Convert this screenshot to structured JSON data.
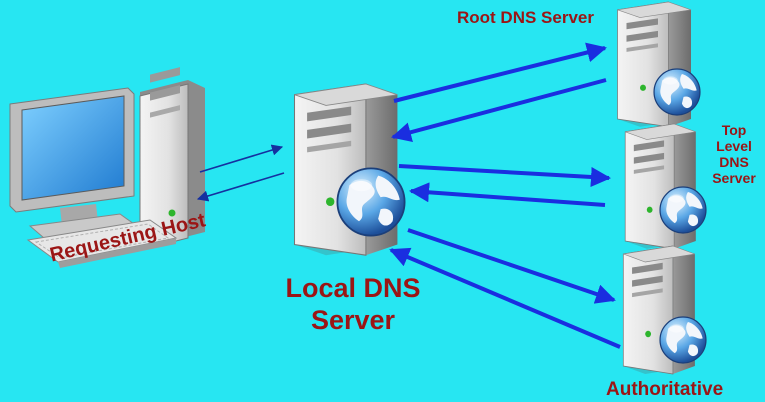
{
  "labels": {
    "requesting_host": "Requesting Host",
    "local_dns_line1": "Local DNS",
    "local_dns_line2": "Server",
    "root_dns": "Root DNS Server",
    "tld_line1": "Top",
    "tld_line2": "Level",
    "tld_line3": "DNS",
    "tld_line4": "Server",
    "authoritative": "Authoritative"
  },
  "colors": {
    "background": "#27e6f2",
    "label_text": "#9b1515",
    "arrow": "#1a2ee0",
    "host_arrow": "#1530a0"
  },
  "icons": [
    "desktop-computer-icon",
    "server-tower-icon",
    "globe-icon"
  ]
}
